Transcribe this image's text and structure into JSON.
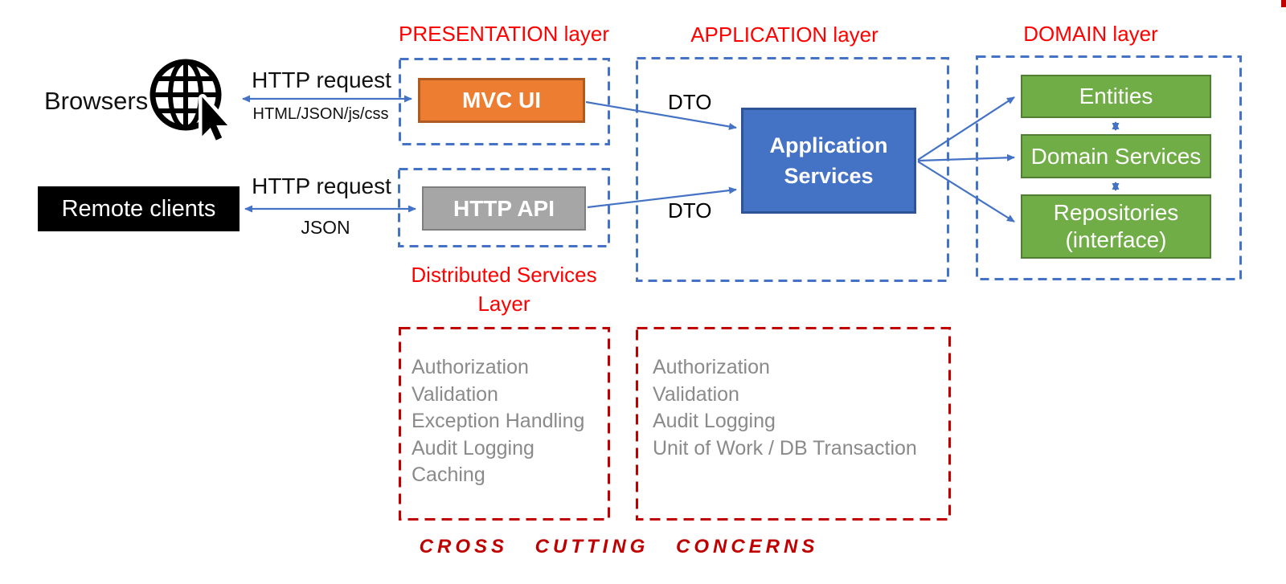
{
  "titles": {
    "presentation": "PRESENTATION layer",
    "application": "APPLICATION layer",
    "domain": "DOMAIN layer",
    "distributed_services_line1": "Distributed Services",
    "distributed_services_line2": "Layer",
    "cross_cutting": "CROSS CUTTING CONCERNS"
  },
  "clients": {
    "browsers_label": "Browsers",
    "remote_clients_label": "Remote clients"
  },
  "arrows": {
    "browser_request_label": "HTTP request",
    "browser_response_label": "HTML/JSON/js/css",
    "remote_request_label": "HTTP request",
    "remote_response_label": "JSON",
    "dto_top": "DTO",
    "dto_bottom": "DTO"
  },
  "boxes": {
    "mvc_ui": "MVC UI",
    "http_api": "HTTP API",
    "application_services": "Application Services",
    "entities": "Entities",
    "domain_services": "Domain Services",
    "repositories_line1": "Repositories",
    "repositories_line2": "(interface)"
  },
  "cross_cutting_concerns": {
    "presentation_layer": [
      "Authorization",
      "Validation",
      "Exception Handling",
      "Audit Logging",
      "Caching"
    ],
    "application_layer": [
      "Authorization",
      "Validation",
      "Audit Logging",
      "Unit of Work / DB Transaction"
    ]
  },
  "icons": {
    "globe": "globe-with-cursor-icon"
  },
  "colors": {
    "layer_title_red": "#FF0000",
    "cross_cutting_red": "#C00000",
    "blue_dashed_border": "#4472C4",
    "arrow_blue": "#4472C4",
    "orange_fill": "#ED7D31",
    "orange_border": "#AE5A21",
    "gray_fill": "#A6A6A6",
    "gray_border": "#7F7F7F",
    "blue_fill": "#4472C4",
    "blue_border": "#2F5496",
    "green_fill": "#70AD47",
    "green_border": "#507E32",
    "concern_text_gray": "#8A8A8A",
    "client_box_black": "#000000"
  }
}
